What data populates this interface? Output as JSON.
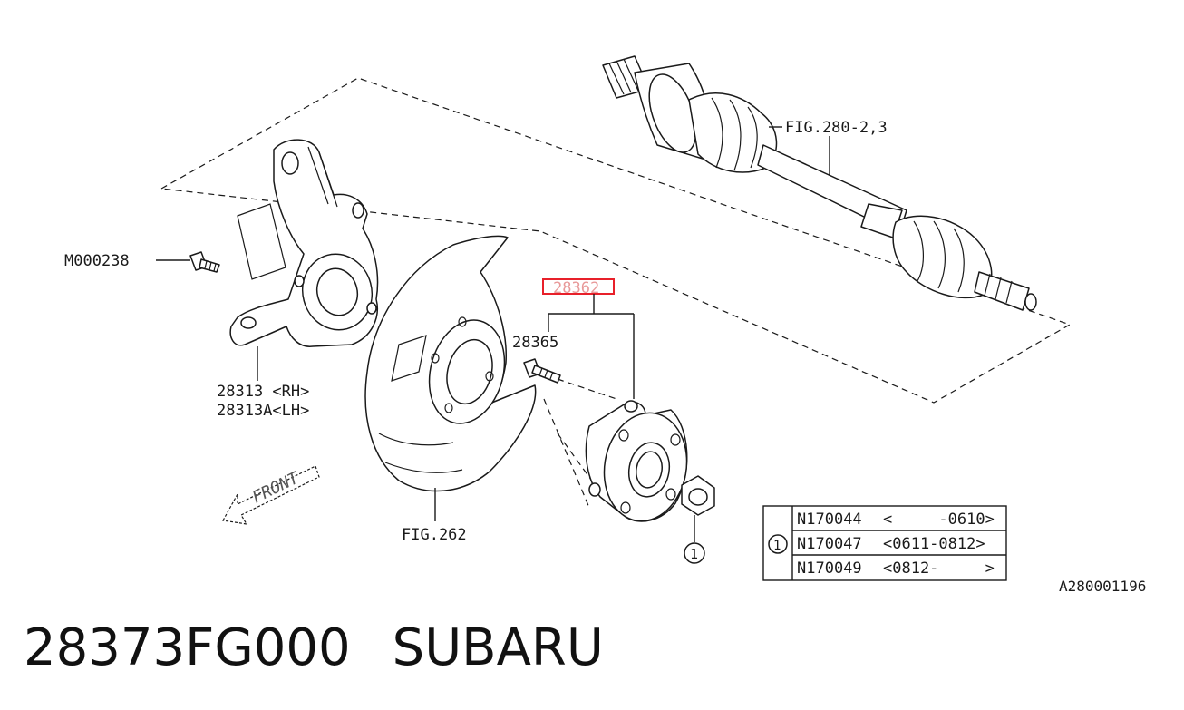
{
  "callouts": {
    "driveshaft": "FIG.280-2,3",
    "bolt": "M000238",
    "knuckle_rh": "28313 <RH>",
    "knuckle_lh": "28313A<LH>",
    "hub_assy": "28362",
    "hub_bolt": "28365",
    "backing_plate": "FIG.262",
    "front_arrow": "FRONT",
    "nut_ref": "1",
    "diagram_code": "A280001196"
  },
  "nut_table": {
    "ref": "1",
    "rows": [
      {
        "part": "N170044",
        "range": "<     -0610>"
      },
      {
        "part": "N170047",
        "range": "<0611-0812>"
      },
      {
        "part": "N170049",
        "range": "<0812-     >"
      }
    ]
  },
  "highlight_color": "#e8202a",
  "footer": {
    "part_number": "28373FG000",
    "brand": "SUBARU"
  }
}
